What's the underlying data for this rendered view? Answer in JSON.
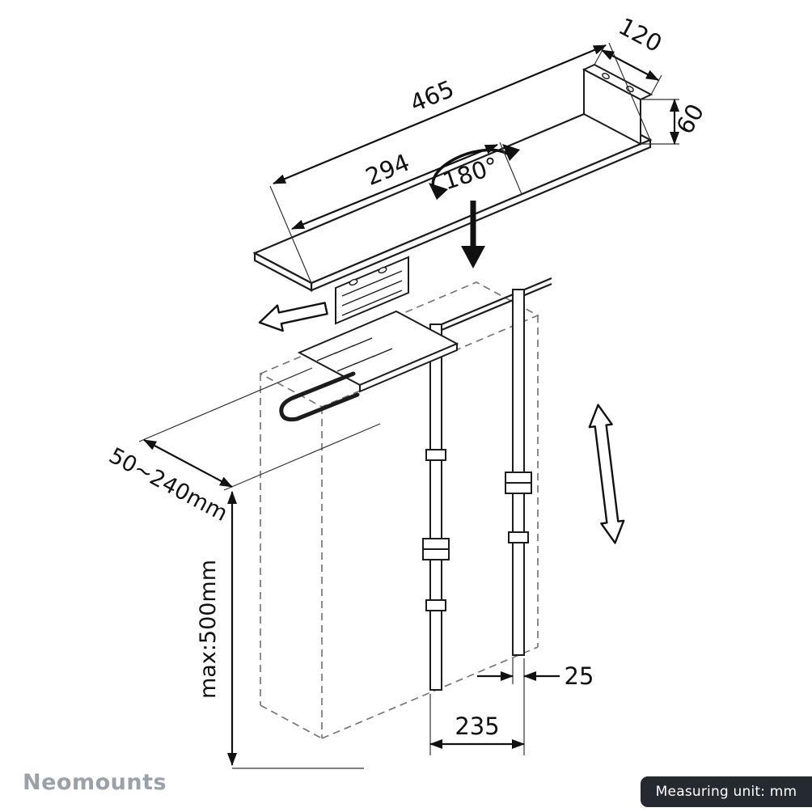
{
  "diagram": {
    "type": "technical-drawing",
    "product": "under-desk CPU holder with straps",
    "dimensions": {
      "shelf_length": "465",
      "bracket_depth": "120",
      "bracket_height": "60",
      "slide_length": "294",
      "rotation": "180°",
      "width_range": "50~240mm",
      "max_height": "max:500mm",
      "strap_width": "25",
      "cpu_depth": "235"
    },
    "icons": [
      "rotation-180-arrow",
      "down-arrow",
      "slide-direction-arrow",
      "height-adjust-arrow"
    ],
    "colors": {
      "line": "#1c1c1c",
      "dashed_reference": "#777777",
      "text": "#111111"
    }
  },
  "footer": {
    "brand": "Neomounts",
    "brand_color": "#9aa1a9",
    "measuring_unit_label": "Measuring unit: mm",
    "badge_bg": "#252a31",
    "badge_text_color": "#ffffff"
  }
}
